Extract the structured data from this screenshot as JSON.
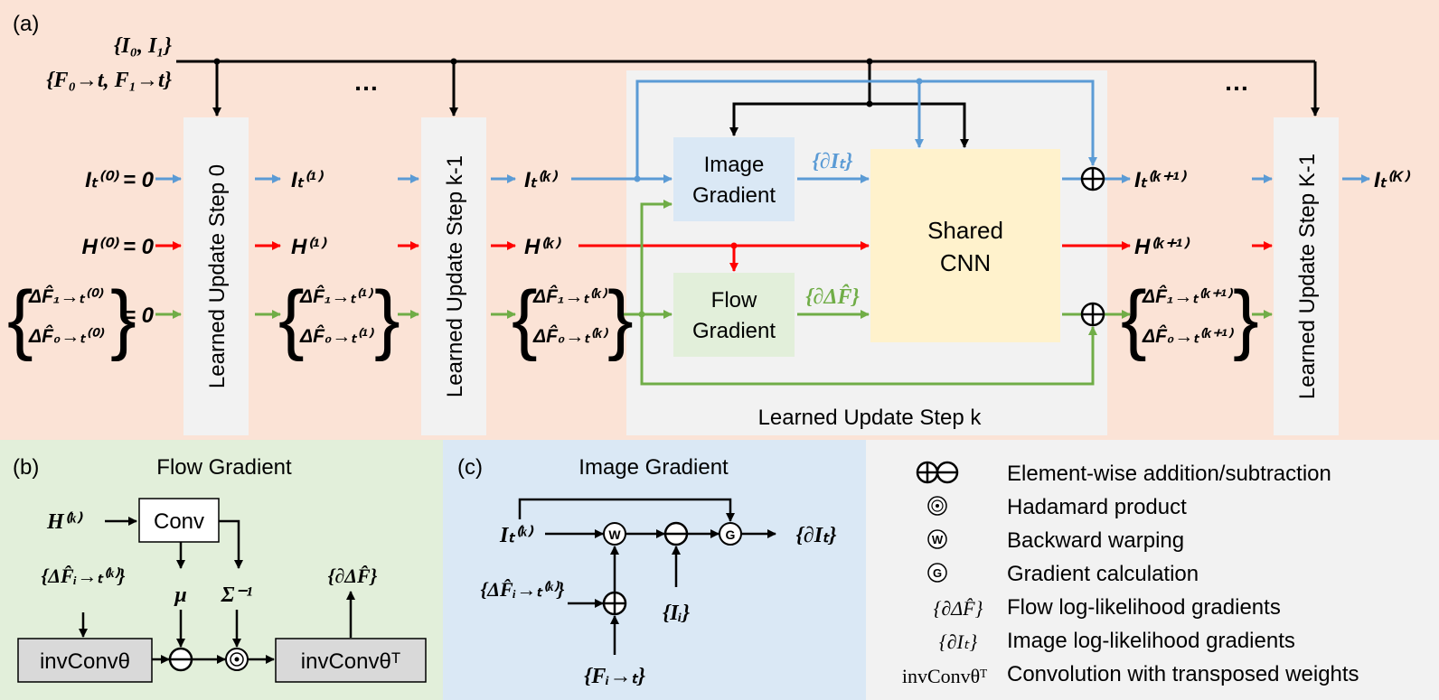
{
  "panel_a": {
    "label": "(a)",
    "inputs_line1": "{I₀, I₁}",
    "inputs_line2": "{F₀→t, F₁→t}",
    "ellipsis": "…",
    "step0_label": "Learned Update Step 0",
    "stepkm1_label": "Learned Update Step k-1",
    "stepKm1_label": "Learned Update Step K-1",
    "stepk_label": "Learned Update Step k",
    "image_gradient": [
      "Image",
      "Gradient"
    ],
    "flow_gradient": [
      "Flow",
      "Gradient"
    ],
    "shared_cnn": [
      "Shared",
      "CNN"
    ],
    "grad_I": "{∂Iₜ}",
    "grad_F": "{∂ΔF̂}",
    "I_0": "Iₜ⁽⁰⁾ = 0",
    "H_0": "H⁽⁰⁾ = 0",
    "F_0_top": "ΔF̂₁→ₜ⁽⁰⁾",
    "F_0_bot": "ΔF̂₀→ₜ⁽⁰⁾",
    "F_0_eq": "= 0",
    "I_1": "Iₜ⁽¹⁾",
    "H_1": "H⁽¹⁾",
    "F_1_top": "ΔF̂₁→ₜ⁽¹⁾",
    "F_1_bot": "ΔF̂₀→ₜ⁽¹⁾",
    "I_k": "Iₜ⁽ᵏ⁾",
    "H_k": "H⁽ᵏ⁾",
    "F_k_top": "ΔF̂₁→ₜ⁽ᵏ⁾",
    "F_k_bot": "ΔF̂₀→ₜ⁽ᵏ⁾",
    "I_k1": "Iₜ⁽ᵏ⁺¹⁾",
    "H_k1": "H⁽ᵏ⁺¹⁾",
    "F_k1_top": "ΔF̂₁→ₜ⁽ᵏ⁺¹⁾",
    "F_k1_bot": "ΔF̂₀→ₜ⁽ᵏ⁺¹⁾",
    "I_K": "Iₜ⁽ᴷ⁾"
  },
  "panel_b": {
    "label": "(b)",
    "title": "Flow Gradient",
    "H_k": "H⁽ᵏ⁾",
    "conv": "Conv",
    "F_in": "{ΔF̂ᵢ→ₜ⁽ᵏ⁾}",
    "mu": "μ",
    "sigma": "Σ⁻¹",
    "out": "{∂ΔF̂}",
    "invconv": "invConvθ",
    "invconvT": "invConvθᵀ"
  },
  "panel_c": {
    "label": "(c)",
    "title": "Image Gradient",
    "I_k": "Iₜ⁽ᵏ⁾",
    "F_in": "{ΔF̂ᵢ→ₜ⁽ᵏ⁾}",
    "F_flow": "{Fᵢ→ₜ}",
    "I_i": "{Iᵢ}",
    "out": "{∂Iₜ}",
    "W": "W",
    "G": "G"
  },
  "legend": {
    "items": [
      {
        "symbol": "⊕⊖",
        "text": "Element-wise addition/subtraction"
      },
      {
        "symbol": "◎",
        "text": "Hadamard product"
      },
      {
        "symbol": "W",
        "text": "Backward warping"
      },
      {
        "symbol": "G",
        "text": "Gradient calculation"
      },
      {
        "symbol": "{∂ΔF̂}",
        "text": "Flow log-likelihood gradients"
      },
      {
        "symbol": "{∂Iₜ}",
        "text": "Image log-likelihood gradients"
      },
      {
        "symbol": "invConvθᵀ",
        "text": "Convolution with transposed weights"
      }
    ]
  },
  "colors": {
    "panel_a_bg": "#fbe3d6",
    "panel_b_bg": "#e2efda",
    "panel_c_bg": "#dae8f5",
    "legend_bg": "#f2f2f2",
    "step_box": "#f2f2f2",
    "image_grad_box": "#dae8f5",
    "flow_grad_box": "#e2efda",
    "cnn_box": "#fff2cc",
    "blue": "#5b9bd5",
    "red": "#ff0000",
    "green": "#70ad47",
    "invconv_box": "#d9d9d9"
  }
}
